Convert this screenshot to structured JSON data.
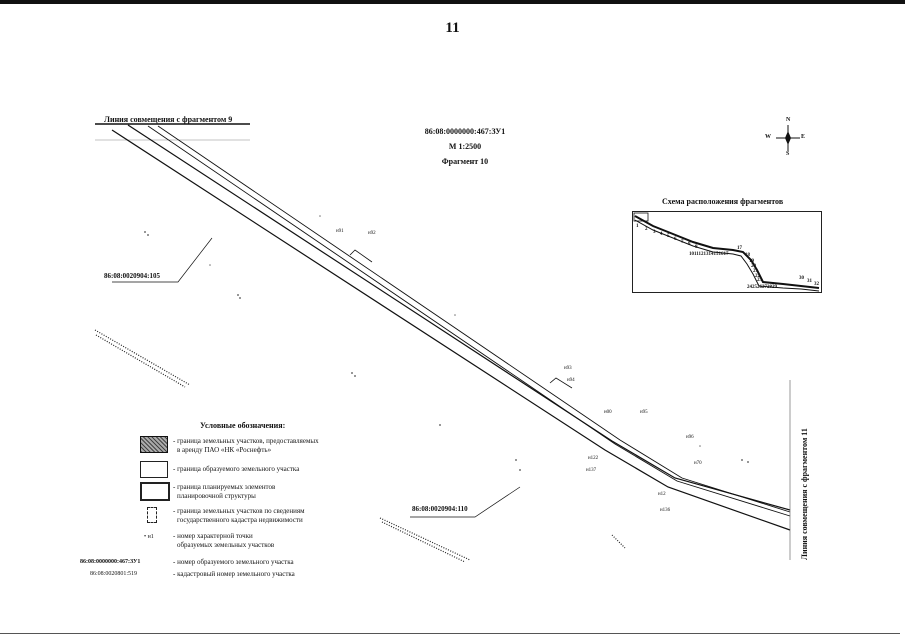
{
  "page_number": "11",
  "header": {
    "parcel_id": "86:08:0000000:467:ЗУ1",
    "scale": "М 1:2500",
    "fragment": "Фрагмент 10"
  },
  "edge_labels": {
    "left": "Линия совмещения с фрагментом 9",
    "right": "Линия совмещения с фрагментом 11"
  },
  "compass": {
    "north": "N",
    "south": "S",
    "east": "E",
    "west": "W"
  },
  "cadastral_labels": {
    "upper_left": "86:08:0020904:105",
    "lower_middle": "86:08:0020904:110"
  },
  "points": {
    "n91": "н91",
    "n92": "н92",
    "n93": "н93",
    "n94": "н94",
    "n95": "н95",
    "n96": "н96",
    "n100": "н00",
    "n70": "н70",
    "n122": "н122",
    "n137": "н137",
    "n12": "н12",
    "n136": "н136"
  },
  "scheme": {
    "title": "Схема расположения фрагментов",
    "numbers_top": [
      "1",
      "2",
      "3",
      "4",
      "5",
      "6",
      "7",
      "8",
      "9"
    ],
    "numbers_mid": "1011121314151617",
    "numbers_right": [
      "17",
      "18",
      "19",
      "20",
      "21",
      "22",
      "23"
    ],
    "numbers_bottom": "242526272829",
    "numbers_end": [
      "30",
      "31",
      "32"
    ]
  },
  "legend": {
    "title": "Условные обозначения:",
    "items": [
      {
        "text1": "- граница земельных участков, предоставляемых",
        "text2": "в аренду ПАО «НК «Роснефть»"
      },
      {
        "text1": "- граница образуемого земельного участка",
        "text2": ""
      },
      {
        "text1": "- граница планируемых элементов",
        "text2": "планировочной структуры"
      },
      {
        "text1": "- граница земельных участков по сведениям",
        "text2": "государственного кадастра недвижимости"
      },
      {
        "text1": "- номер характерной точки",
        "text2": "образуемых земельных участков"
      },
      {
        "text1": "- номер образуемого земельного участка",
        "text2": ""
      },
      {
        "text1": "- кадастровый номер земельного участка",
        "text2": ""
      }
    ],
    "point_symbol": "• н1",
    "parcel_code": "86:08:0000000:467:ЗУ1",
    "cad_code": "86:08:0020801:519"
  },
  "colors": {
    "ink": "#111111",
    "paper": "#ffffff"
  }
}
